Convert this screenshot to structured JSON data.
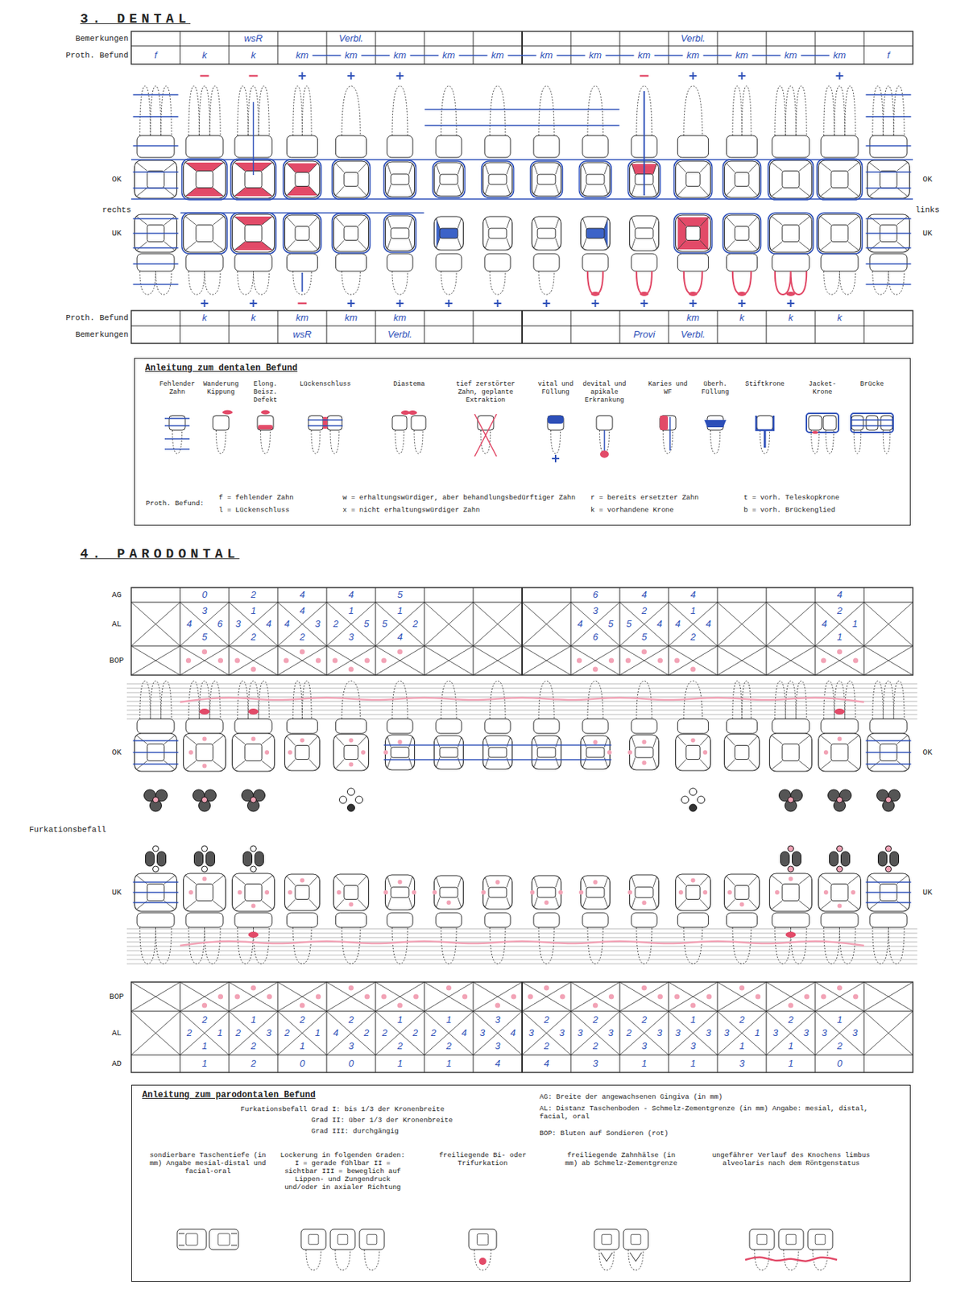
{
  "diagram": {
    "nodes": [
      {
        "text": [
          "Anleitung zum dentalen Befund"
        ]
      },
      {
        "text": [
          "Anleitung zum parodontalen Befund"
        ]
      }
    ],
    "labels": [
      "3. DENTAL",
      "Bemerkungen",
      "Proth. Befund",
      "wsR",
      "Verbl.",
      "Verbl.",
      "f",
      "k",
      "k",
      "km",
      "km",
      "km",
      "km",
      "km",
      "km",
      "km",
      "km",
      "km",
      "km",
      "km",
      "km",
      "f",
      "OK",
      "OK",
      "rechts",
      "links",
      "UK",
      "UK",
      "Proth. Befund",
      "Bemerkungen",
      "k",
      "k",
      "km",
      "km",
      "km",
      "km",
      "k",
      "k",
      "k",
      "wsR",
      "Verbl.",
      "Provi",
      "Verbl.",
      "Proth. Befund:",
      "f = fehlender Zahn",
      "l = Lückenschluss",
      "w = erhaltungswürdiger, aber behandlungsbedürftiger Zahn",
      "x = nicht erhaltungswürdiger Zahn",
      "r = bereits ersetzter Zahn",
      "k = vorhandene Krone",
      "t = vorh. Teleskopkrone",
      "b = vorh. Brückenglied",
      "4. PARODONTAL",
      "AG",
      "AL",
      "BOP",
      "0",
      "2",
      "4",
      "4",
      "5",
      "6",
      "4",
      "4",
      "4",
      "3",
      "4",
      "6",
      "5",
      "1",
      "3",
      "4",
      "2",
      "4",
      "4",
      "3",
      "2",
      "1",
      "2",
      "5",
      "3",
      "1",
      "5",
      "2",
      "4",
      "3",
      "4",
      "5",
      "6",
      "2",
      "5",
      "4",
      "5",
      "1",
      "4",
      "4",
      "2",
      "2",
      "4",
      "1",
      "1",
      "OK",
      "OK",
      "Furkationsbefall",
      "UK",
      "UK",
      "BOP",
      "AL",
      "AD",
      "2",
      "2",
      "1",
      "1",
      "1",
      "2",
      "3",
      "2",
      "2",
      "2",
      "1",
      "1",
      "2",
      "4",
      "2",
      "3",
      "1",
      "2",
      "2",
      "2",
      "1",
      "2",
      "4",
      "2",
      "3",
      "3",
      "4",
      "3",
      "2",
      "3",
      "3",
      "2",
      "2",
      "3",
      "3",
      "2",
      "2",
      "2",
      "3",
      "3",
      "1",
      "3",
      "3",
      "3",
      "2",
      "3",
      "1",
      "1",
      "2",
      "3",
      "3",
      "1",
      "1",
      "3",
      "3",
      "2",
      "1",
      "2",
      "0",
      "0",
      "1",
      "1",
      "4",
      "4",
      "3",
      "1",
      "1",
      "3",
      "1",
      "0",
      "Furkationsbefall Grad I: bis 1/3 der Kronenbreite",
      "Grad II: über 1/3 der Kronenbreite",
      "Grad III: durchgängig",
      "AG: Breite der angewachsenen Gingiva (in mm)",
      "AL: Distanz Taschenboden - Schmelz-Zementgrenze (in mm) Angabe: mesial, distal, facial, oral",
      "BOP: Bluten auf Sondieren (rot)",
      "sondierbare Taschentiefe (in mm) Angabe mesial-distal und facial-oral",
      "Lockerung in folgenden Graden: I = gerade fühlbar II = sichtbar III = beweglich auf Lippen- und Zungendruck und/oder in axialer Richtung",
      "freiliegende Bi- oder Trifurkation",
      "freiliegende Zahnhälse (in mm) ab Schmelz-Zementgrenze",
      "ungefährer Verlauf des Knochens limbus alveolaris nach dem Röntgenstatus"
    ],
    "legend": [
      {
        "text": "Fehlender Zahn"
      },
      {
        "text": "Wanderung Kippung"
      },
      {
        "text": "Elong. Beisz. Defekt"
      },
      {
        "text": "Lückenschluss"
      },
      {
        "text": "Diastema"
      },
      {
        "text": "tief zerstörter Zahn, geplante Extraktion"
      },
      {
        "text": "vital und Füllung"
      },
      {
        "text": "devital und apikale Erkrankung"
      },
      {
        "text": "Karies und WF"
      },
      {
        "text": "überh. Füllung"
      },
      {
        "text": "Stiftkrone"
      },
      {
        "text": "Jacket-Krone"
      },
      {
        "text": "Brücke"
      }
    ]
  }
}
